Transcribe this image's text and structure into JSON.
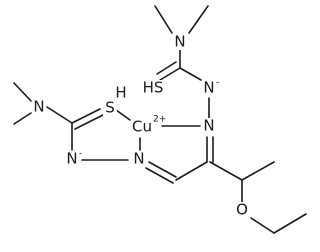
{
  "molecule": {
    "atoms": {
      "n_dimethyl_top": "N",
      "s_top": "HS",
      "n_top_anion": "N",
      "n_top_anion_charge": "-",
      "n_hydrazone_top": "N",
      "cu": "Cu",
      "cu_charge": "2+",
      "s_left": "S",
      "s_left_h": "H",
      "n_dimethyl_left": "N",
      "n_left_anion": "N",
      "n_left_anion_charge": "-",
      "n_hydrazone_left": "N",
      "o_ether": "O"
    },
    "colors": {
      "ink": "#1a1a1a",
      "background": "#ffffff"
    }
  }
}
